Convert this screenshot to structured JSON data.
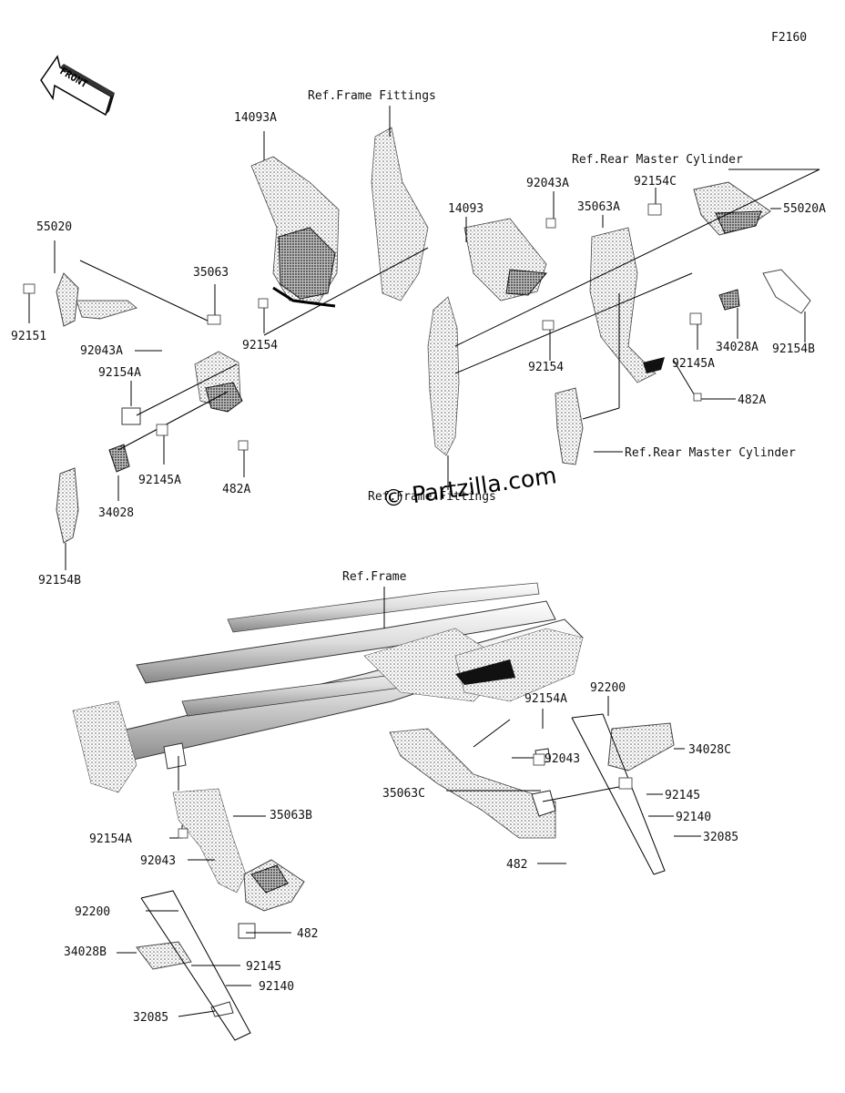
{
  "figure_code": "F2160",
  "front_label": "FRONT",
  "watermark": "© Partzilla.com",
  "ref_labels": {
    "frame_fittings_top": "Ref.Frame Fittings",
    "frame_fittings_mid": "Ref.Frame Fittings",
    "rear_master_cyl_top": "Ref.Rear Master Cylinder",
    "rear_master_cyl_mid": "Ref.Rear Master Cylinder",
    "frame": "Ref.Frame"
  },
  "part_labels": {
    "p14093A": "14093A",
    "p55020": "55020",
    "p92151": "92151",
    "p35063": "35063",
    "p92154_a": "92154",
    "p92043A_a": "92043A",
    "p92154A_a": "92154A",
    "p92145A_a": "92145A",
    "p482A_a": "482A",
    "p34028": "34028",
    "p92154B_a": "92154B",
    "p14093": "14093",
    "p92043A_b": "92043A",
    "p35063A": "35063A",
    "p92154C": "92154C",
    "p55020A": "55020A",
    "p92154_b": "92154",
    "p34028A": "34028A",
    "p92154B_b": "92154B",
    "p92145A_b": "92145A",
    "p482A_b": "482A",
    "p92200_r": "92200",
    "p92154A_r": "92154A",
    "p92043_r": "92043",
    "p34028C": "34028C",
    "p35063C": "35063C",
    "p92145_r": "92145",
    "p92140_r": "92140",
    "p32085_r": "32085",
    "p482_r": "482",
    "p35063B": "35063B",
    "p92154A_l": "92154A",
    "p92043_l": "92043",
    "p92200_l": "92200",
    "p482_l": "482",
    "p34028B": "34028B",
    "p92145_l": "92145",
    "p92140_l": "92140",
    "p32085_l": "32085"
  }
}
